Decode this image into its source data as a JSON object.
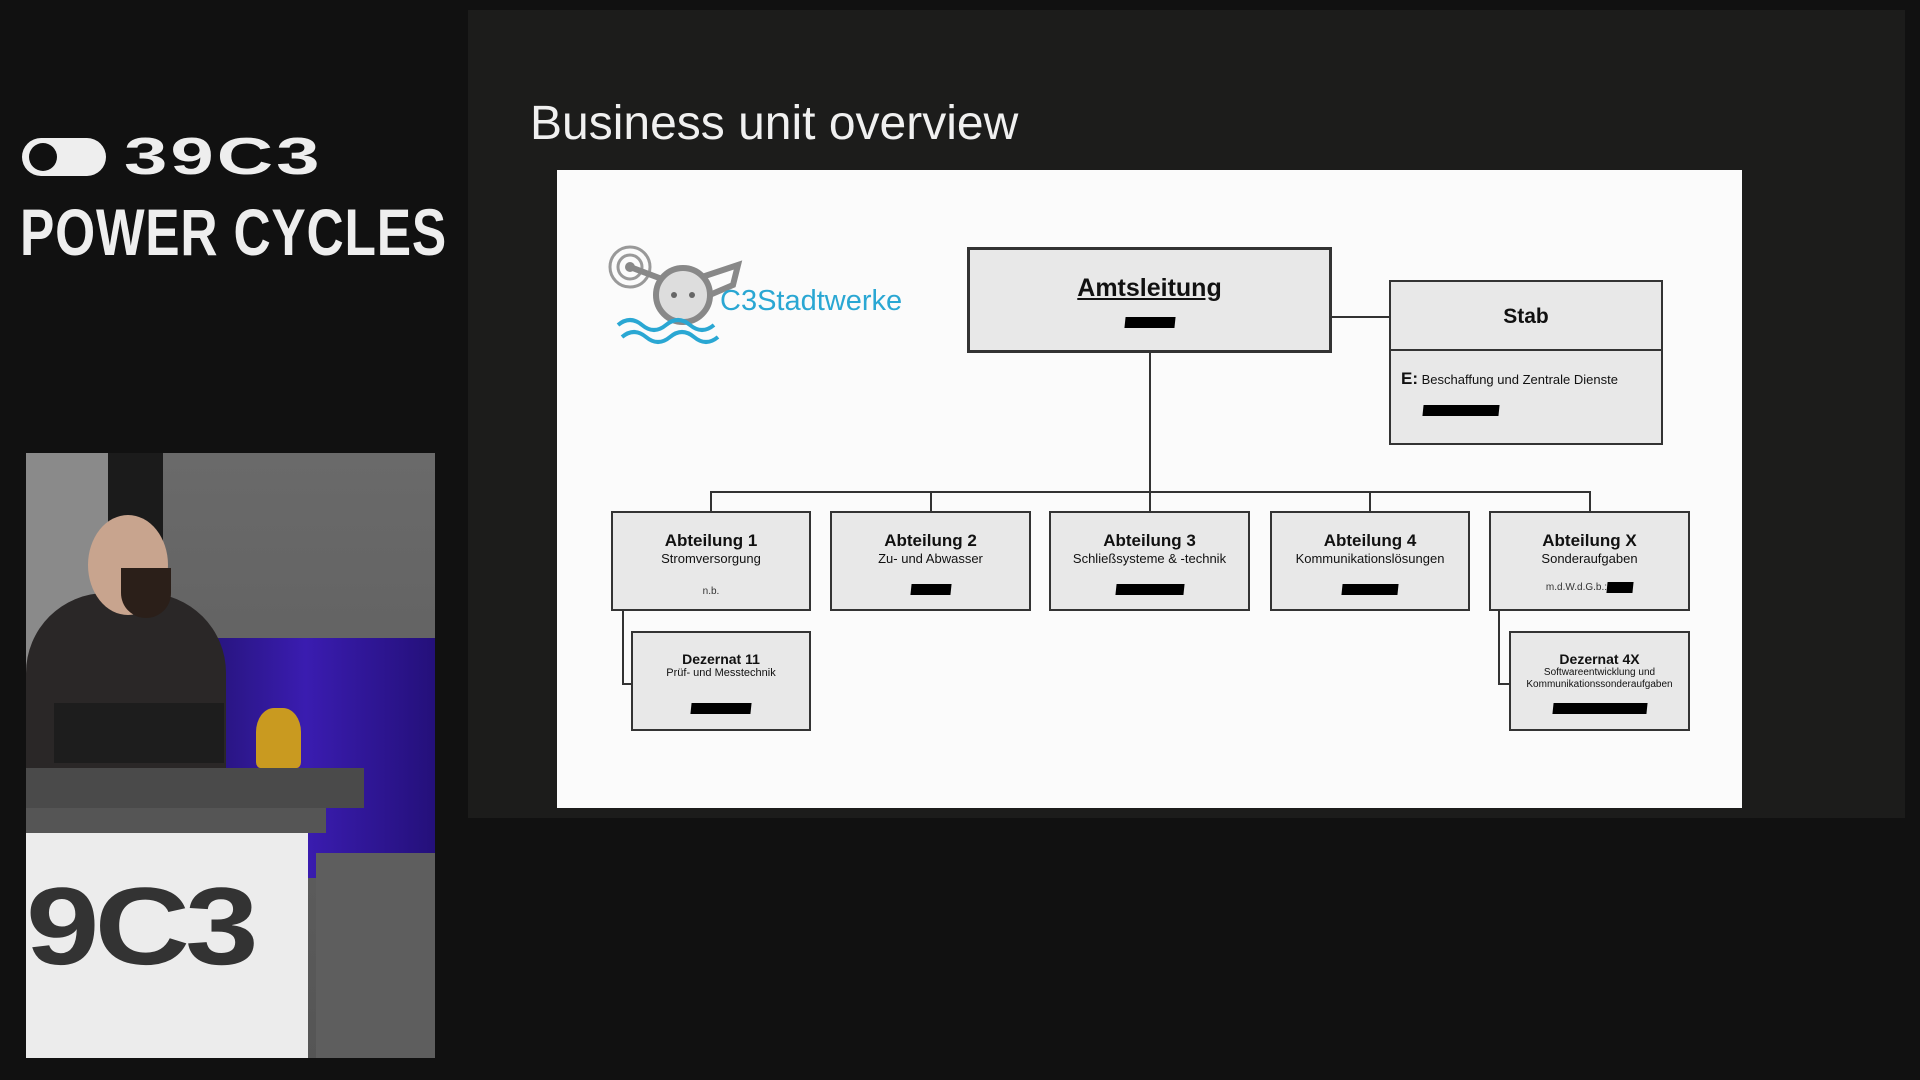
{
  "branding": {
    "event": "39C3",
    "event_num": "39",
    "event_suffix": "C3",
    "motto": "POWER CYCLES"
  },
  "slide": {
    "title": "Business unit overview",
    "logo_text": "C3Stadtwerke",
    "head": {
      "title": "Amtsleitung"
    },
    "stab": {
      "title": "Stab",
      "prefix": "E:",
      "text": "Beschaffung und Zentrale Dienste"
    },
    "departments": [
      {
        "title": "Abteilung 1",
        "subtitle": "Stromversorgung",
        "note": "n.b."
      },
      {
        "title": "Abteilung 2",
        "subtitle": "Zu- und Abwasser"
      },
      {
        "title": "Abteilung 3",
        "subtitle": "Schließsysteme & -technik"
      },
      {
        "title": "Abteilung 4",
        "subtitle": "Kommunikationslösungen"
      },
      {
        "title": "Abteilung X",
        "subtitle": "Sonderaufgaben",
        "note": "m.d.W.d.G.b.:"
      }
    ],
    "units": [
      {
        "title": "Dezernat 11",
        "subtitle": "Prüf- und Messtechnik"
      },
      {
        "title": "Dezernat 4X",
        "subtitle": "Softwareentwicklung und Kommunikationssonderaufgaben"
      }
    ]
  },
  "video": {
    "podium_text": "9C3"
  },
  "colors": {
    "background": "#111111",
    "logo_blue": "#2aa7d3",
    "slide_bg": "#fbfbfb",
    "box_fill": "#e8e8e8"
  }
}
